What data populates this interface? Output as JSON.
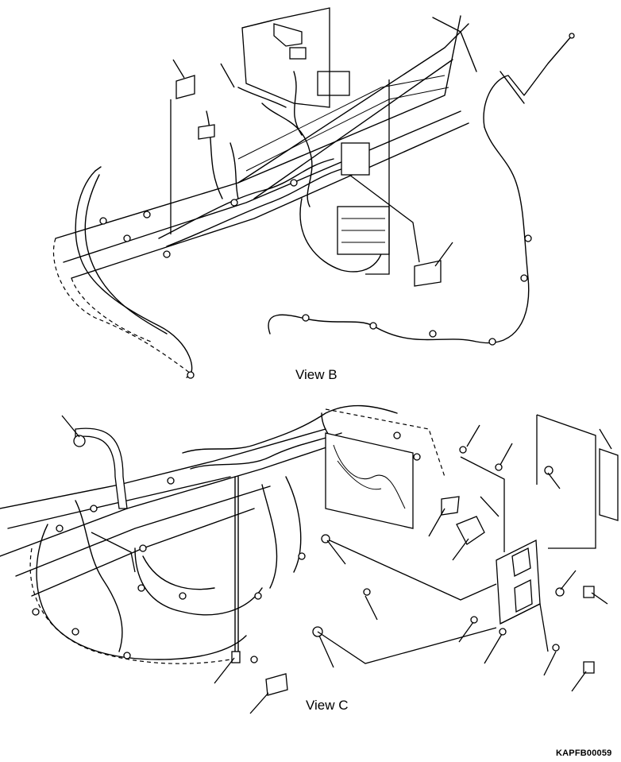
{
  "views": {
    "view_b": {
      "title": "View B"
    },
    "view_c": {
      "title": "View C"
    }
  },
  "figure_code": "KAPFB00059",
  "colors": {
    "line": "#000000",
    "background": "#ffffff"
  }
}
